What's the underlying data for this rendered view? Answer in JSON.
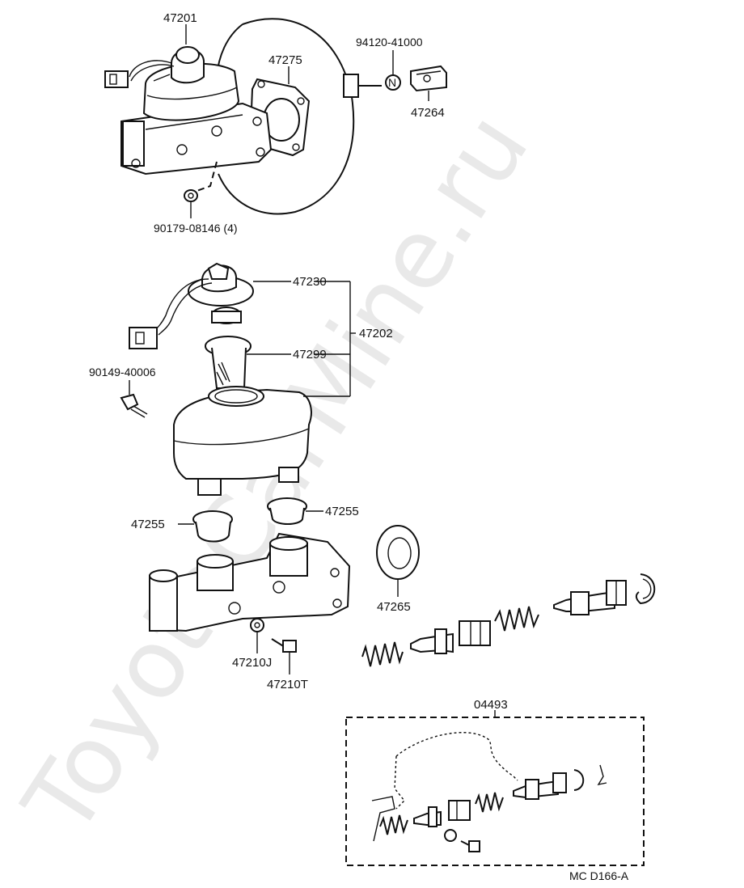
{
  "diagram": {
    "labels": {
      "p47201": "47201",
      "p47275": "47275",
      "p94120": "94120-41000",
      "p47264": "47264",
      "p90179": "90179-08146 (4)",
      "p47230": "47230",
      "p47202": "47202",
      "p47299": "47299",
      "p90149": "90149-40006",
      "p47255a": "47255",
      "p47255b": "47255",
      "p47265": "47265",
      "p47210j": "47210J",
      "p47210t": "47210T",
      "p04493": "04493",
      "code": "MC  D166-A"
    },
    "watermark": "ToyotaCarMine.ru",
    "nut_letter": "N"
  }
}
